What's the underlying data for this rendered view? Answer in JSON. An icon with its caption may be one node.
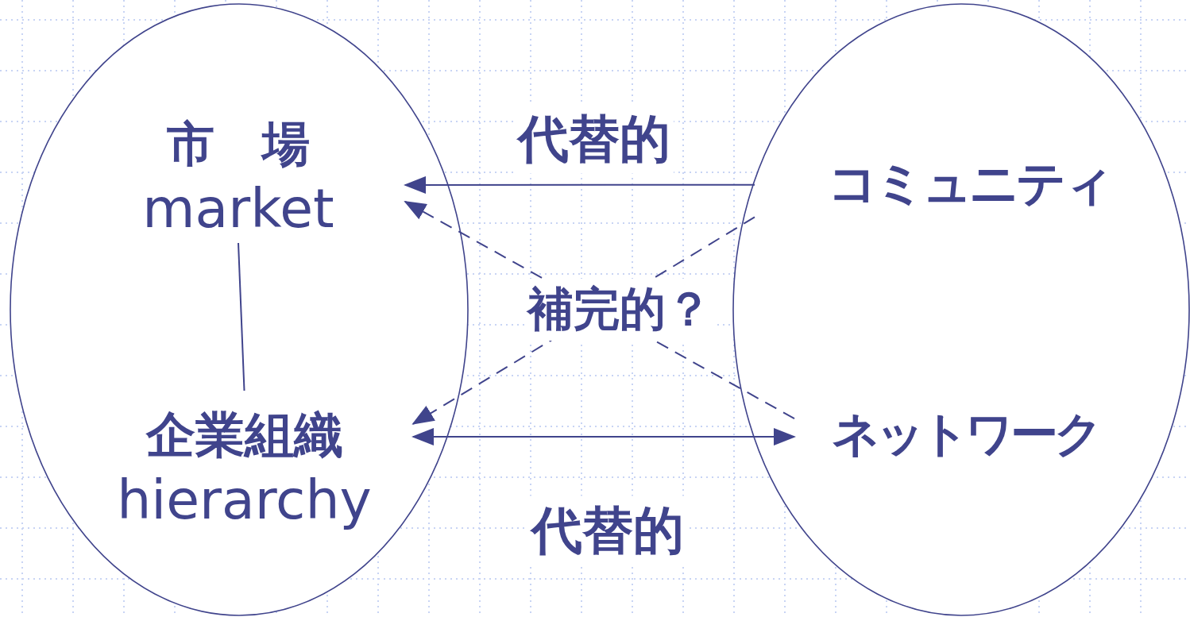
{
  "diagram": {
    "nodes": [
      {
        "text": [],
        "shape": "ellipse"
      },
      {
        "text": [
          "市　場",
          "market"
        ],
        "in": 0
      },
      {
        "text": [
          "企業組織",
          "hierarchy"
        ],
        "in": 0
      },
      {
        "text": [],
        "shape": "ellipse"
      },
      {
        "text": [
          "コミュニティ"
        ],
        "in": 3
      },
      {
        "text": [
          "ネットワーク"
        ],
        "in": 3
      }
    ],
    "edges": [
      {
        "from": 1,
        "to": 2,
        "arrow": "none"
      },
      {
        "from": 4,
        "to": 1,
        "arrow": "to",
        "label": "代替的"
      },
      {
        "from": 5,
        "to": 1,
        "arrow": "to",
        "style": "dashed"
      },
      {
        "from": 4,
        "to": 2,
        "arrow": "to",
        "style": "dashed"
      },
      {
        "from": 2,
        "to": 5,
        "arrow": "both",
        "label": "代替的"
      }
    ],
    "labels": [
      "補完的？"
    ]
  }
}
